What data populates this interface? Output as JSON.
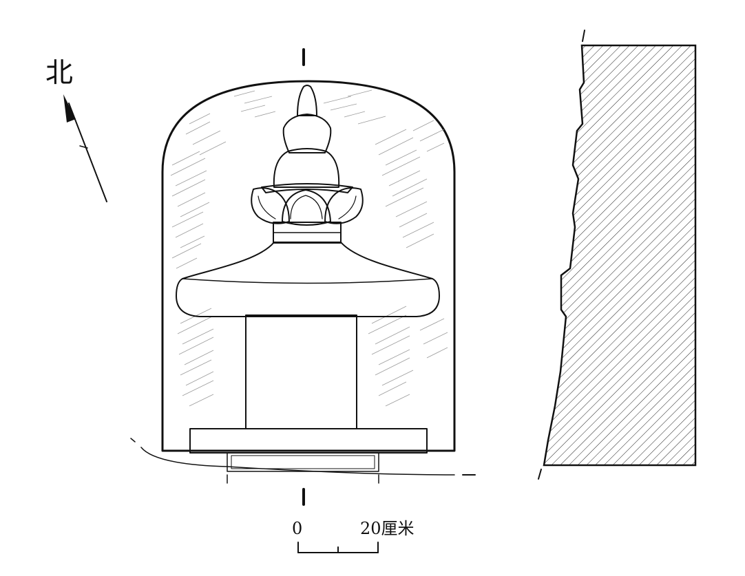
{
  "compass": {
    "label": "北",
    "icon": "north-arrow-icon"
  },
  "scale_bar": {
    "zero_label": "0",
    "max_label": "20厘米"
  },
  "colors": {
    "ink": "#111111",
    "background": "#ffffff"
  }
}
